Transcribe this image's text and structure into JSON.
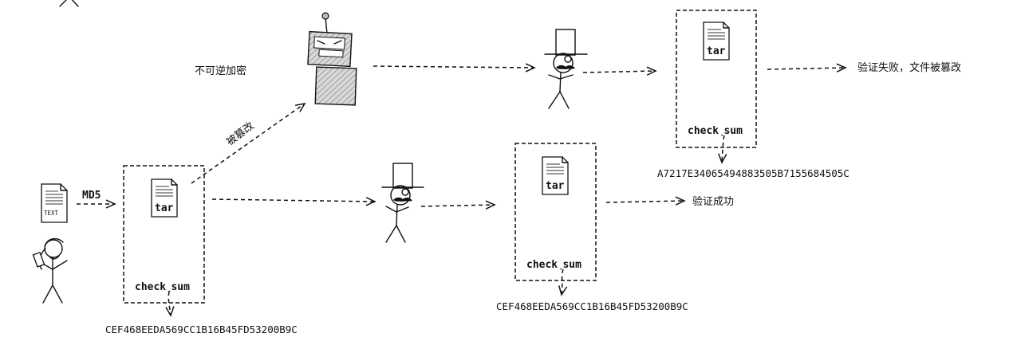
{
  "labels": {
    "md5": "MD5",
    "irreversible_encryption": "不可逆加密",
    "tampered": "被篡改",
    "verify_success": "验证成功",
    "verify_fail": "验证失败，文件被篡改",
    "text_doc": "TEXT",
    "tar": "tar",
    "checksum": "check",
    "checksum_suffix": "sum"
  },
  "hashes": {
    "original": "CEF468EEDA569CC1B16B45FD53200B9C",
    "received": "CEF468EEDA569CC1B16B45FD53200B9C",
    "tampered": "A7217E34065494883505B7155684505C"
  },
  "icons": {
    "sender": "stick-figure-sender-icon",
    "receiver": "stick-figure-top-hat-icon",
    "attacker": "robot-attacker-icon",
    "document": "document-icon",
    "tar_file": "tar-file-icon"
  }
}
